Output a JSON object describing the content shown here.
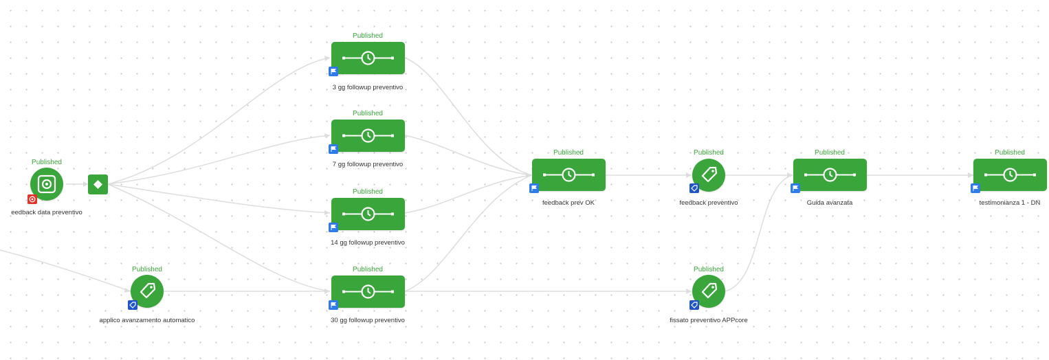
{
  "colors": {
    "node": "#3aa53a",
    "status": "#3aa53a",
    "edge": "#dddddd",
    "flag_badge": "#2f7bea",
    "tag_badge": "#1f55c9",
    "trigger_badge": "#e0332a"
  },
  "nodes": {
    "feedback_data": {
      "status": "Published",
      "label": "eedback data preventivo",
      "icon": "trigger-target-icon",
      "badge": "trigger-badge-icon"
    },
    "condition": {
      "icon": "diamond-icon"
    },
    "followup_3": {
      "status": "Published",
      "label": "3 gg followup preventivo",
      "icon": "wait-clock-icon",
      "badge": "flag-icon"
    },
    "followup_7": {
      "status": "Published",
      "label": "7 gg followup preventivo",
      "icon": "wait-clock-icon",
      "badge": "flag-icon"
    },
    "followup_14": {
      "status": "Published",
      "label": "14 gg followup preventivo",
      "icon": "wait-clock-icon",
      "badge": "flag-icon"
    },
    "followup_30": {
      "status": "Published",
      "label": "30 gg followup preventivo",
      "icon": "wait-clock-icon",
      "badge": "flag-icon"
    },
    "applico": {
      "status": "Published",
      "label": "applico avanzamento automatico",
      "icon": "tag-icon",
      "badge": "tag-badge-icon"
    },
    "feedback_prev_ok": {
      "status": "Published",
      "label": "feedback prev OK",
      "icon": "wait-clock-icon",
      "badge": "flag-icon"
    },
    "feedback_preventivo": {
      "status": "Published",
      "label": "feedback preventivo",
      "icon": "tag-icon",
      "badge": "tag-badge-icon"
    },
    "fissato": {
      "status": "Published",
      "label": "fissato preventivo APPcore",
      "icon": "tag-icon",
      "badge": "tag-badge-icon"
    },
    "guida": {
      "status": "Published",
      "label": "Guida avanzata",
      "icon": "wait-clock-icon",
      "badge": "flag-icon"
    },
    "testimonianza": {
      "status": "Published",
      "label": "testimonianza 1 - DN",
      "icon": "wait-clock-icon",
      "badge": "flag-icon"
    }
  }
}
